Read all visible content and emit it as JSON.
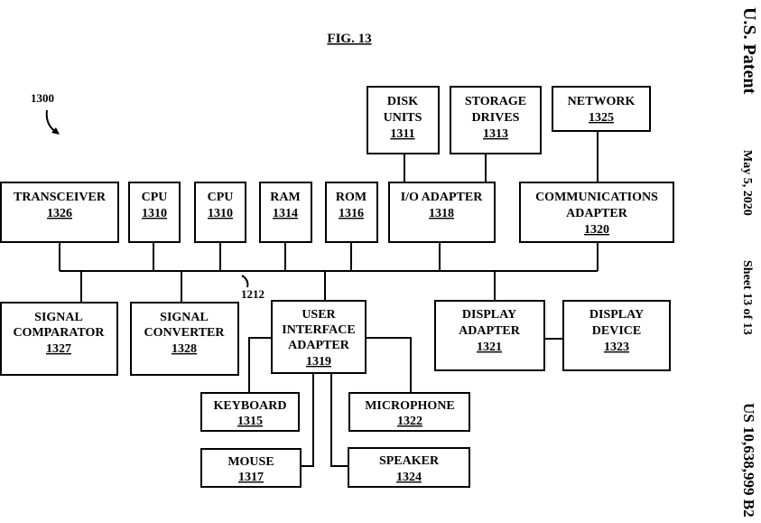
{
  "figure": {
    "title": "FIG. 13",
    "ref": "1300",
    "bus_ref": "1212"
  },
  "margin": {
    "publisher": "U.S. Patent",
    "date": "May 5, 2020",
    "sheet": "Sheet 13 of 13",
    "number": "US 10,638,999 B2"
  },
  "nodes": [
    {
      "id": "transceiver",
      "lines": [
        "TRANSCEIVER"
      ],
      "ref": "1326"
    },
    {
      "id": "cpu-a",
      "lines": [
        "CPU"
      ],
      "ref": "1310"
    },
    {
      "id": "cpu-b",
      "lines": [
        "CPU"
      ],
      "ref": "1310"
    },
    {
      "id": "ram",
      "lines": [
        "RAM"
      ],
      "ref": "1314"
    },
    {
      "id": "rom",
      "lines": [
        "ROM"
      ],
      "ref": "1316"
    },
    {
      "id": "io-adapter",
      "lines": [
        "I/O ADAPTER"
      ],
      "ref": "1318"
    },
    {
      "id": "communications-adapter",
      "lines": [
        "COMMUNICATIONS",
        "ADAPTER"
      ],
      "ref": "1320"
    },
    {
      "id": "disk-units",
      "lines": [
        "DISK",
        "UNITS"
      ],
      "ref": "1311"
    },
    {
      "id": "storage-drives",
      "lines": [
        "STORAGE",
        "DRIVES"
      ],
      "ref": "1313"
    },
    {
      "id": "network",
      "lines": [
        "NETWORK"
      ],
      "ref": "1325"
    },
    {
      "id": "signal-comparator",
      "lines": [
        "SIGNAL",
        "COMPARATOR"
      ],
      "ref": "1327"
    },
    {
      "id": "signal-converter",
      "lines": [
        "SIGNAL",
        "CONVERTER"
      ],
      "ref": "1328"
    },
    {
      "id": "user-interface-adapter",
      "lines": [
        "USER",
        "INTERFACE",
        "ADAPTER"
      ],
      "ref": "1319"
    },
    {
      "id": "display-adapter",
      "lines": [
        "DISPLAY",
        "ADAPTER"
      ],
      "ref": "1321"
    },
    {
      "id": "display-device",
      "lines": [
        "DISPLAY",
        "DEVICE"
      ],
      "ref": "1323"
    },
    {
      "id": "keyboard",
      "lines": [
        "KEYBOARD"
      ],
      "ref": "1315"
    },
    {
      "id": "microphone",
      "lines": [
        "MICROPHONE"
      ],
      "ref": "1322"
    },
    {
      "id": "mouse",
      "lines": [
        "MOUSE"
      ],
      "ref": "1317"
    },
    {
      "id": "speaker",
      "lines": [
        "SPEAKER"
      ],
      "ref": "1324"
    }
  ],
  "edges": [
    [
      "bus",
      "transceiver"
    ],
    [
      "bus",
      "cpu-a"
    ],
    [
      "bus",
      "cpu-b"
    ],
    [
      "bus",
      "ram"
    ],
    [
      "bus",
      "rom"
    ],
    [
      "bus",
      "io-adapter"
    ],
    [
      "bus",
      "communications-adapter"
    ],
    [
      "bus",
      "signal-comparator"
    ],
    [
      "bus",
      "signal-converter"
    ],
    [
      "bus",
      "user-interface-adapter"
    ],
    [
      "bus",
      "display-adapter"
    ],
    [
      "io-adapter",
      "disk-units"
    ],
    [
      "io-adapter",
      "storage-drives"
    ],
    [
      "communications-adapter",
      "network"
    ],
    [
      "display-adapter",
      "display-device"
    ],
    [
      "user-interface-adapter",
      "keyboard"
    ],
    [
      "user-interface-adapter",
      "microphone"
    ],
    [
      "user-interface-adapter",
      "mouse"
    ],
    [
      "user-interface-adapter",
      "speaker"
    ]
  ]
}
